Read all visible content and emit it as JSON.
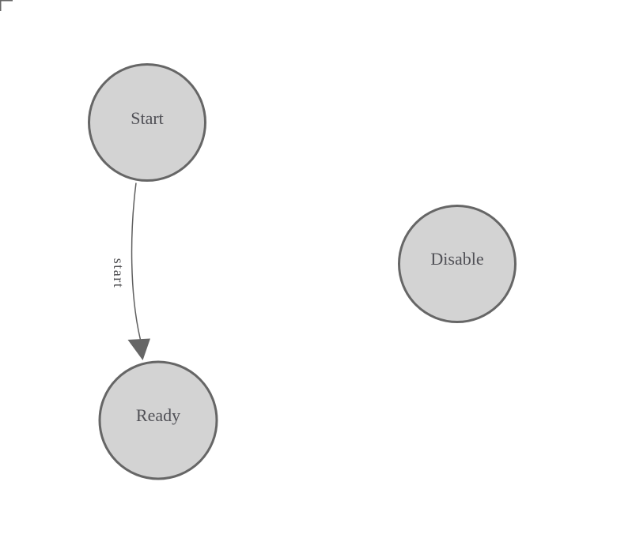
{
  "diagram": {
    "type": "state-diagram",
    "nodes": [
      {
        "id": "start",
        "label": "Start"
      },
      {
        "id": "ready",
        "label": "Ready"
      },
      {
        "id": "disable",
        "label": "Disable"
      }
    ],
    "edges": [
      {
        "from": "start",
        "to": "ready",
        "label": "start"
      }
    ],
    "colors": {
      "background": "#ffffff",
      "node_fill": "#d3d3d3",
      "node_stroke": "#666666",
      "node_label": "#505056",
      "edge_line": "#5f5f5f",
      "edge_arrow": "#666666",
      "edge_label": "#4f4f52",
      "corner_mark": "#666666"
    }
  }
}
